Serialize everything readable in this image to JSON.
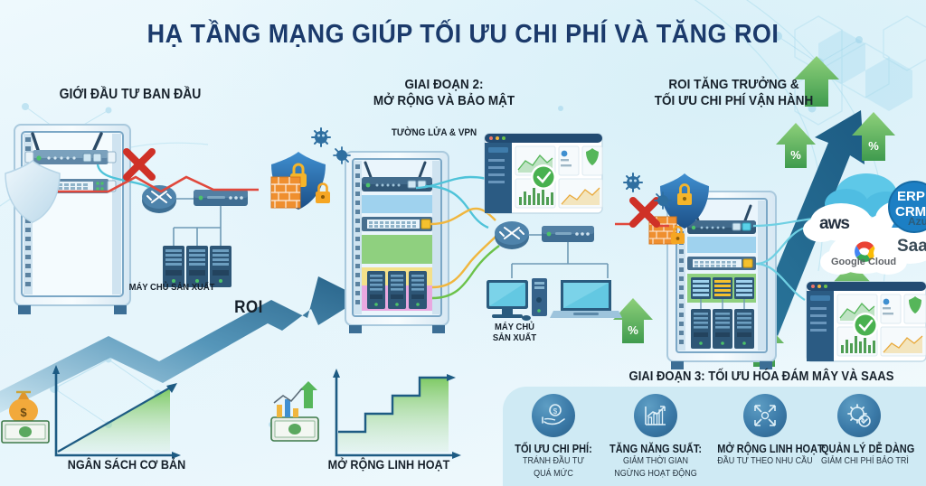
{
  "title": "HẠ TẦNG MẠNG GIÚP TỐI ƯU CHI PHÍ VÀ TĂNG ROI",
  "stages": {
    "stage1_heading": "GIỚI ĐẦU TƯ BAN ĐẦU",
    "stage2_heading_line1": "GIAI ĐOẠN 2:",
    "stage2_heading_line2": "MỞ RỘNG VÀ BẢO MẬT",
    "stage3_heading_line1": "ROI TĂNG TRƯỞNG &",
    "stage3_heading_line2": "TỐI ƯU CHI PHÍ VẬN HÀNH",
    "stage4_heading": "GIAI ĐOẠN 3: TỐI ƯU HÓA ĐÁM MÂY VÀ SAAS"
  },
  "labels": {
    "firewall_vpn": "TƯỜNG LỬA & VPN",
    "prod_servers_1": "MÁY CHỦ SẢN XUẤT",
    "prod_servers_2_line1": "MÁY CHỦ",
    "prod_servers_2_line2": "SẢN XUẤT",
    "roi_arrow": "ROI",
    "budget_chart": "NGÂN SÁCH CƠ BẢN",
    "flex_chart": "MỞ RỘNG LINH HOẠT"
  },
  "cloud_logos": [
    {
      "name": "aws",
      "text": "aws"
    },
    {
      "name": "azure",
      "text": "Azure"
    },
    {
      "name": "google-cloud",
      "text": "Google Cloud"
    },
    {
      "name": "saas",
      "text": "SaaS"
    },
    {
      "name": "erp-crm-line1",
      "text": "ERP"
    },
    {
      "name": "erp-crm-line2",
      "text": "CRM"
    }
  ],
  "benefits": [
    {
      "icon": "hand-holding-dollar-icon",
      "title": "TỐI ƯU CHI PHÍ:",
      "desc_line1": "TRÁNH ĐẦU TƯ",
      "desc_line2": "QUÁ MỨC"
    },
    {
      "icon": "bar-chart-growth-icon",
      "title": "TĂNG NĂNG SUẤT:",
      "desc_line1": "GIẢM THỜI GIAN",
      "desc_line2": "NGỪNG HOẠT ĐỘNG"
    },
    {
      "icon": "expand-arrows-icon",
      "title": "MỞ RỘNG LINH HOẠT:",
      "desc_line1": "ĐẦU TƯ THEO NHU CẦU",
      "desc_line2": ""
    },
    {
      "icon": "gear-check-icon",
      "title": "QUẢN LÝ DỄ DÀNG",
      "desc_line1": "GIẢM CHI PHÍ BẢO TRÌ",
      "desc_line2": ""
    }
  ],
  "colors": {
    "title": "#1b3a6b",
    "accent_teal": "#2f7fa6",
    "arrow_dark": "#1f5f86",
    "green": "#56b65a",
    "band": "#cfeaf4",
    "icon_circle": "#3b7aa8",
    "red_block": "#d63b2f",
    "orange_firewall": "#f08a2c"
  },
  "chart_data": [
    {
      "type": "line",
      "name": "budget-baseline-chart",
      "title": "NGÂN SÁCH CƠ BẢN",
      "x": [
        0,
        1
      ],
      "values": [
        0,
        1
      ],
      "series": [
        {
          "name": "baseline growth",
          "values": [
            0,
            1
          ]
        }
      ],
      "grid": false,
      "legend": "none",
      "note": "single straight rising line with filled green gradient area under it"
    },
    {
      "type": "area",
      "name": "flexible-scaling-chart",
      "title": "MỞ RỘNG LINH HOẠT",
      "categories": [
        "1",
        "2",
        "3",
        "4"
      ],
      "values": [
        1,
        2,
        3,
        4
      ],
      "grid": false,
      "legend": "none",
      "note": "4-step staircase, filled green gradient under steps"
    }
  ]
}
